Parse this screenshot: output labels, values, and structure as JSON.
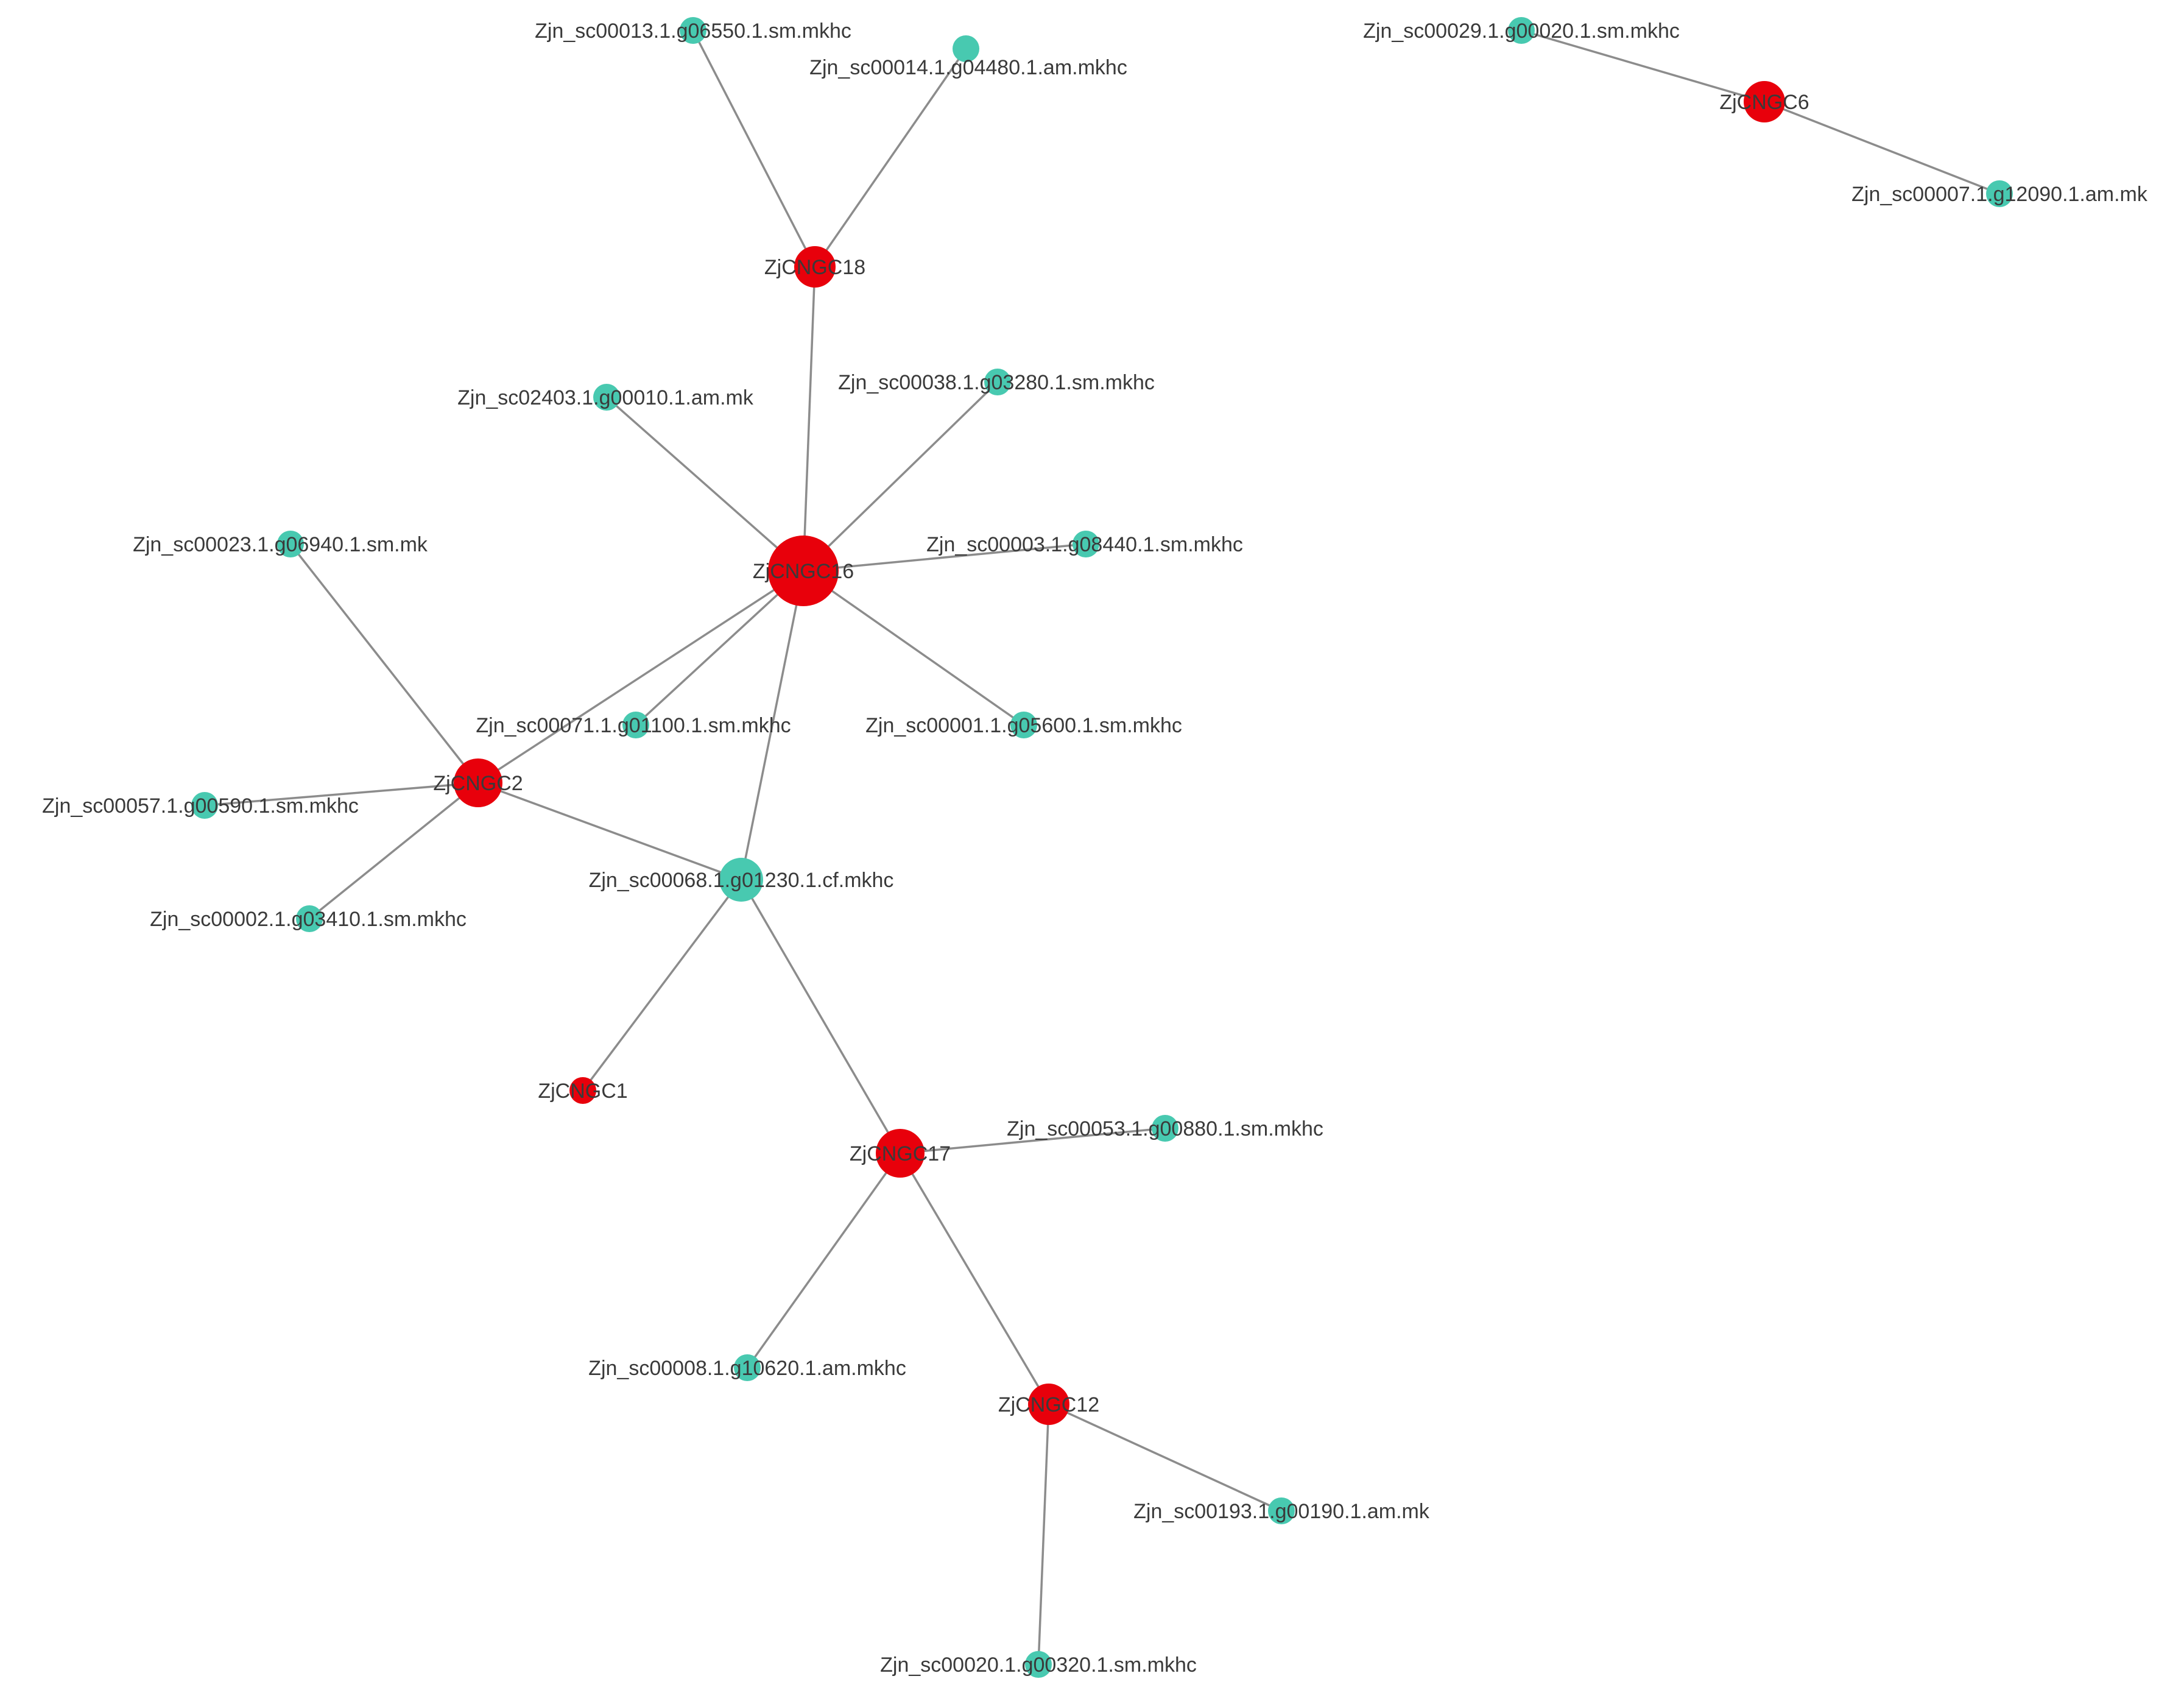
{
  "colors": {
    "cngc_node": "#e8000b",
    "partner_node": "#48c9b0",
    "edge": "#8c8c8c",
    "label": "#3a3a3a"
  },
  "nodes": [
    {
      "id": "n1",
      "label": "Zjn_sc00013.1.g06550.1.sm.mkhc",
      "group": "partner",
      "size": "small"
    },
    {
      "id": "n2",
      "label": "Zjn_sc00014.1.g04480.1.am.mkhc",
      "group": "partner",
      "size": "small"
    },
    {
      "id": "n3",
      "label": "Zjn_sc00029.1.g00020.1.sm.mkhc",
      "group": "partner",
      "size": "small"
    },
    {
      "id": "n4",
      "label": "ZjCNGC6",
      "group": "cngc",
      "size": "medium"
    },
    {
      "id": "n5",
      "label": "Zjn_sc00007.1.g12090.1.am.mk",
      "group": "partner",
      "size": "small"
    },
    {
      "id": "n6",
      "label": "ZjCNGC18",
      "group": "cngc",
      "size": "medium"
    },
    {
      "id": "n7",
      "label": "Zjn_sc02403.1.g00010.1.am.mk",
      "group": "partner",
      "size": "small"
    },
    {
      "id": "n8",
      "label": "Zjn_sc00038.1.g03280.1.sm.mkhc",
      "group": "partner",
      "size": "small"
    },
    {
      "id": "n9",
      "label": "Zjn_sc00023.1.g06940.1.sm.mk",
      "group": "partner",
      "size": "small"
    },
    {
      "id": "n10",
      "label": "ZjCNGC16",
      "group": "cngc",
      "size": "large"
    },
    {
      "id": "n11",
      "label": "Zjn_sc00003.1.g08440.1.sm.mkhc",
      "group": "partner",
      "size": "small"
    },
    {
      "id": "n12",
      "label": "Zjn_sc00071.1.g01100.1.sm.mkhc",
      "group": "partner",
      "size": "small"
    },
    {
      "id": "n13",
      "label": "Zjn_sc00001.1.g05600.1.sm.mkhc",
      "group": "partner",
      "size": "small"
    },
    {
      "id": "n14",
      "label": "ZjCNGC2",
      "group": "cngc",
      "size": "medium_large"
    },
    {
      "id": "n15",
      "label": "Zjn_sc00057.1.g00590.1.sm.mkhc",
      "group": "partner",
      "size": "small"
    },
    {
      "id": "n16",
      "label": "Zjn_sc00068.1.g01230.1.cf.mkhc",
      "group": "partner",
      "size": "hub"
    },
    {
      "id": "n17",
      "label": "Zjn_sc00002.1.g03410.1.sm.mkhc",
      "group": "partner",
      "size": "small"
    },
    {
      "id": "n18",
      "label": "ZjCNGC1",
      "group": "cngc",
      "size": "small"
    },
    {
      "id": "n19",
      "label": "Zjn_sc00053.1.g00880.1.sm.mkhc",
      "group": "partner",
      "size": "small"
    },
    {
      "id": "n20",
      "label": "ZjCNGC17",
      "group": "cngc",
      "size": "medium_large"
    },
    {
      "id": "n21",
      "label": "Zjn_sc00008.1.g10620.1.am.mkhc",
      "group": "partner",
      "size": "small"
    },
    {
      "id": "n22",
      "label": "ZjCNGC12",
      "group": "cngc",
      "size": "medium"
    },
    {
      "id": "n23",
      "label": "Zjn_sc00193.1.g00190.1.am.mk",
      "group": "partner",
      "size": "small"
    },
    {
      "id": "n24",
      "label": "Zjn_sc00020.1.g00320.1.sm.mkhc",
      "group": "partner",
      "size": "small"
    }
  ],
  "edges": [
    [
      "n1",
      "n6"
    ],
    [
      "n2",
      "n6"
    ],
    [
      "n3",
      "n4"
    ],
    [
      "n4",
      "n5"
    ],
    [
      "n6",
      "n10"
    ],
    [
      "n7",
      "n10"
    ],
    [
      "n8",
      "n10"
    ],
    [
      "n11",
      "n10"
    ],
    [
      "n13",
      "n10"
    ],
    [
      "n12",
      "n10"
    ],
    [
      "n10",
      "n14"
    ],
    [
      "n10",
      "n16"
    ],
    [
      "n9",
      "n14"
    ],
    [
      "n15",
      "n14"
    ],
    [
      "n17",
      "n14"
    ],
    [
      "n14",
      "n16"
    ],
    [
      "n16",
      "n18"
    ],
    [
      "n16",
      "n20"
    ],
    [
      "n19",
      "n20"
    ],
    [
      "n21",
      "n20"
    ],
    [
      "n20",
      "n22"
    ],
    [
      "n23",
      "n22"
    ],
    [
      "n24",
      "n22"
    ]
  ]
}
